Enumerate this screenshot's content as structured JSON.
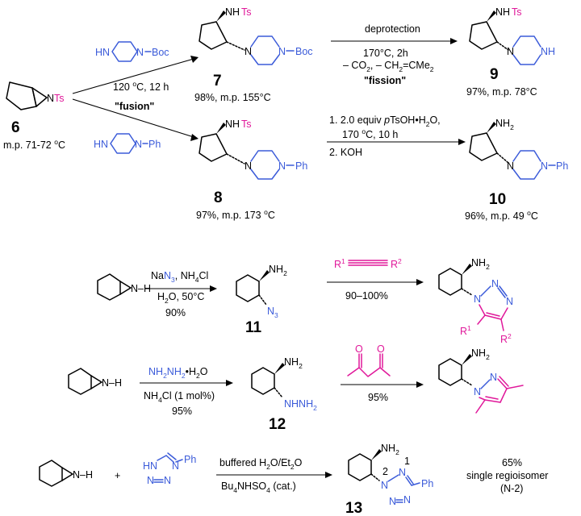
{
  "colors": {
    "reagent_blue": "#3b5bd9",
    "highlight_magenta": "#e0189a",
    "ink": "#000000"
  },
  "atoms": {
    "NTs": "NTs",
    "NHTs": "NHTs",
    "Ts": "Ts",
    "NH": "NH",
    "NH2": "NH2",
    "N": "N",
    "HN": "HN",
    "Boc": "Boc",
    "Ph": "Ph",
    "H": "H",
    "N_H": "N–H",
    "R": "R",
    "one": "1",
    "two": "2",
    "N3": "N3",
    "NHNH2": "NHNH2",
    "plus": "+"
  },
  "compounds": {
    "c6": {
      "label": "6",
      "mp": "m.p. 71-72 °C"
    },
    "c7": {
      "label": "7",
      "data": "98%, m.p. 155°C"
    },
    "c8": {
      "label": "8",
      "data": "97%, m.p. 173 °C"
    },
    "c9": {
      "label": "9",
      "data": "97%, m.p. 78°C"
    },
    "c10": {
      "label": "10",
      "data": "96%, m.p. 49 °C"
    },
    "c11": {
      "label": "11"
    },
    "c12": {
      "label": "12"
    },
    "c13": {
      "label": "13"
    }
  },
  "reagents": {
    "boc_piperazine": "HN N–Boc",
    "ph_piperazine": "HN N–Ph",
    "fusion_cond": "120 °C, 12 h",
    "fusion_name": "\"fusion\"",
    "deprotection": "deprotection",
    "fission_cond1": "170°C, 2h",
    "fission_cond2": "– CO2, – CH2=CMe2",
    "fission_name": "\"fission\"",
    "r810_step1": "1. 2.0 equiv  pTsOH•H2O,",
    "r810_step2": "170 °C, 10 h",
    "r810_step3": "2. KOH",
    "r11_a": "NaN3, NH4Cl",
    "r11_b": "H2O, 50°C",
    "r11_c": "90%",
    "r_tri_yield": "90–100%",
    "r12_a": "NH2NH2•H2O",
    "r12_b": "NH4Cl (1 mol%)",
    "r12_c": "95%",
    "r_pyr_yield": "95%",
    "r13_a": "buffered H2O/Et2O",
    "r13_b": "Bu4NHSO4 (cat.)",
    "r13_result1": "65%",
    "r13_result2": "single regioisomer",
    "r13_result3": "(N-2)"
  }
}
